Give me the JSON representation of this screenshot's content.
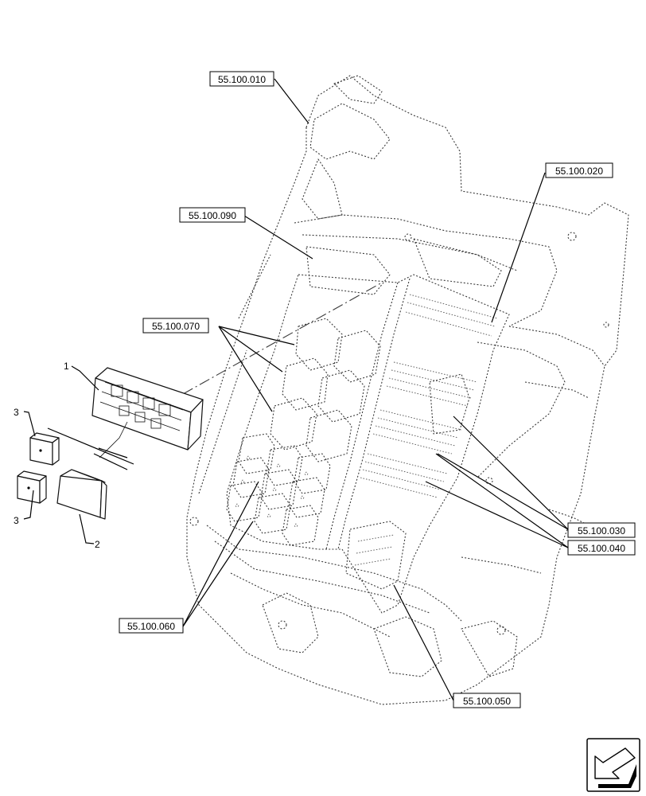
{
  "callouts": {
    "c010": "55.100.010",
    "c020": "55.100.020",
    "c090": "55.100.090",
    "c070": "55.100.070",
    "c030": "55.100.030",
    "c040": "55.100.040",
    "c060": "55.100.060",
    "c050": "55.100.050"
  },
  "items": {
    "i1": "1",
    "i2": "2",
    "i3a": "3",
    "i3b": "3"
  },
  "icons": {
    "view_arrow": "view-direction-arrow-icon"
  }
}
